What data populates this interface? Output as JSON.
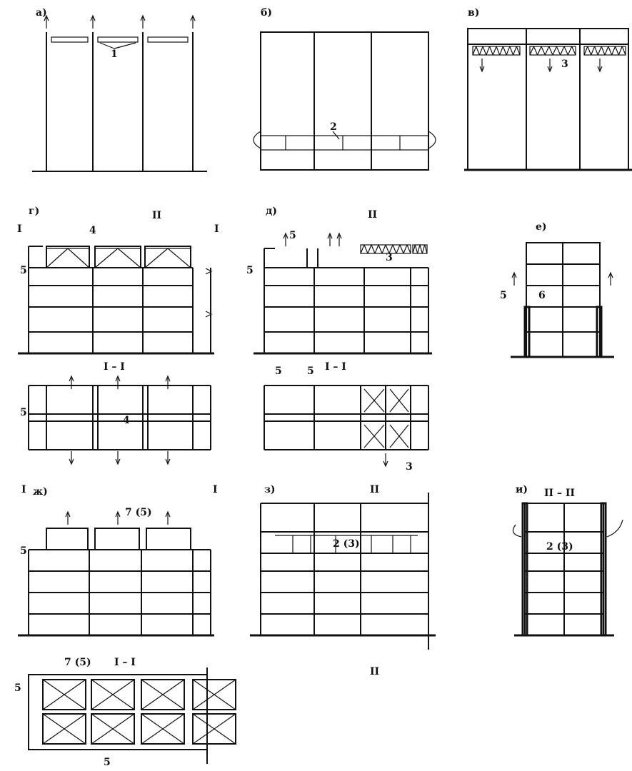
{
  "panels": {
    "a": "а)",
    "b": "б)",
    "v": "в)",
    "g": "г)",
    "d": "д)",
    "e": "е)",
    "zh": "ж)",
    "z": "з)",
    "i": "и)"
  },
  "labels": {
    "n1": "1",
    "n2": "2",
    "n3": "3",
    "n4": "4",
    "n5": "5",
    "n6": "6",
    "n7": "7 (5)",
    "n23": "2 (3)",
    "sec1": "I",
    "sec2": "II",
    "secI_I": "I – I",
    "secII_II": "II – II"
  }
}
